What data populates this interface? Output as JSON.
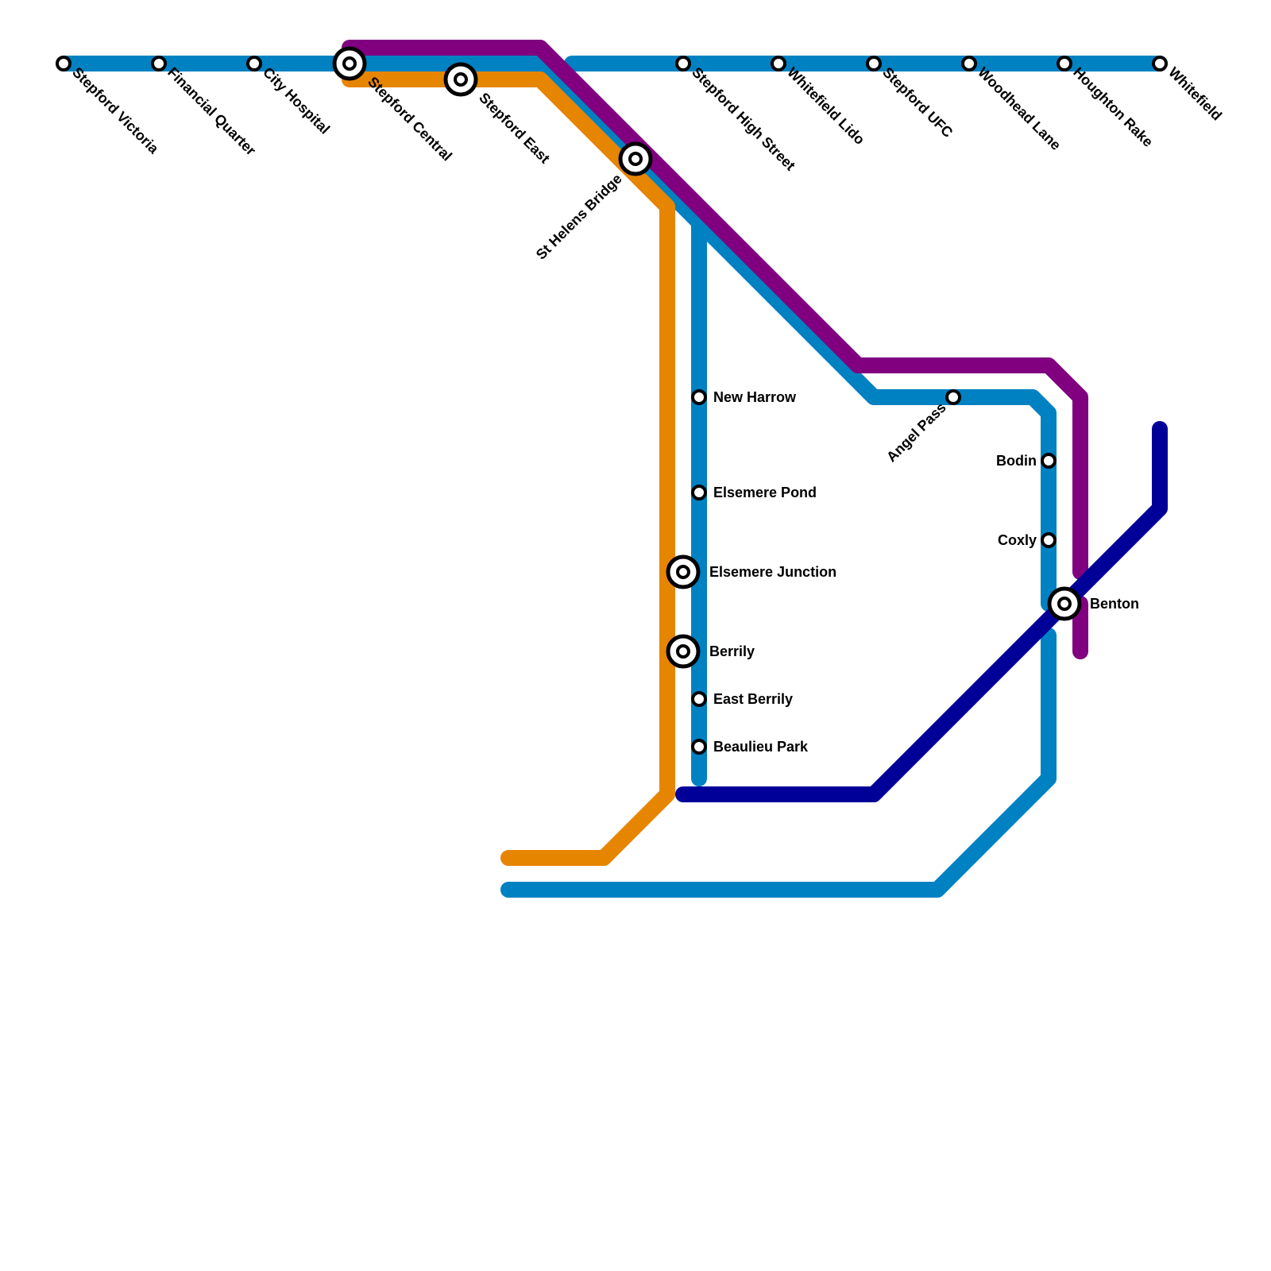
{
  "colors": {
    "blue": "#0081C2",
    "purple": "#800080",
    "orange": "#E68500",
    "navy": "#000099",
    "station_outline": "#000000",
    "station_fill": "#FFFFFF"
  },
  "lines": [
    {
      "color": "blue"
    },
    {
      "color": "purple"
    },
    {
      "color": "orange"
    },
    {
      "color": "navy"
    }
  ],
  "stations": {
    "stepford_victoria": "Stepford Victoria",
    "financial_quarter": "Financial Quarter",
    "city_hospital": "City Hospital",
    "stepford_central": "Stepford Central",
    "stepford_east": "Stepford East",
    "st_helens_bridge": "St Helens Bridge",
    "stepford_high_street": "Stepford High Street",
    "whitefield_lido": "Whitefield Lido",
    "stepford_ufc": "Stepford UFC",
    "woodhead_lane": "Woodhead Lane",
    "houghton_rake": "Houghton Rake",
    "whitefield": "Whitefield",
    "new_harrow": "New Harrow",
    "elsemere_pond": "Elsemere Pond",
    "elsemere_junction": "Elsemere Junction",
    "berrily": "Berrily",
    "east_berrily": "East Berrily",
    "beaulieu_park": "Beaulieu Park",
    "angel_pass": "Angel Pass",
    "bodin": "Bodin",
    "coxly": "Coxly",
    "benton": "Benton"
  },
  "interchanges": [
    "Stepford Central",
    "Stepford East",
    "St Helens Bridge",
    "Elsemere Junction",
    "Berrily",
    "Benton"
  ]
}
